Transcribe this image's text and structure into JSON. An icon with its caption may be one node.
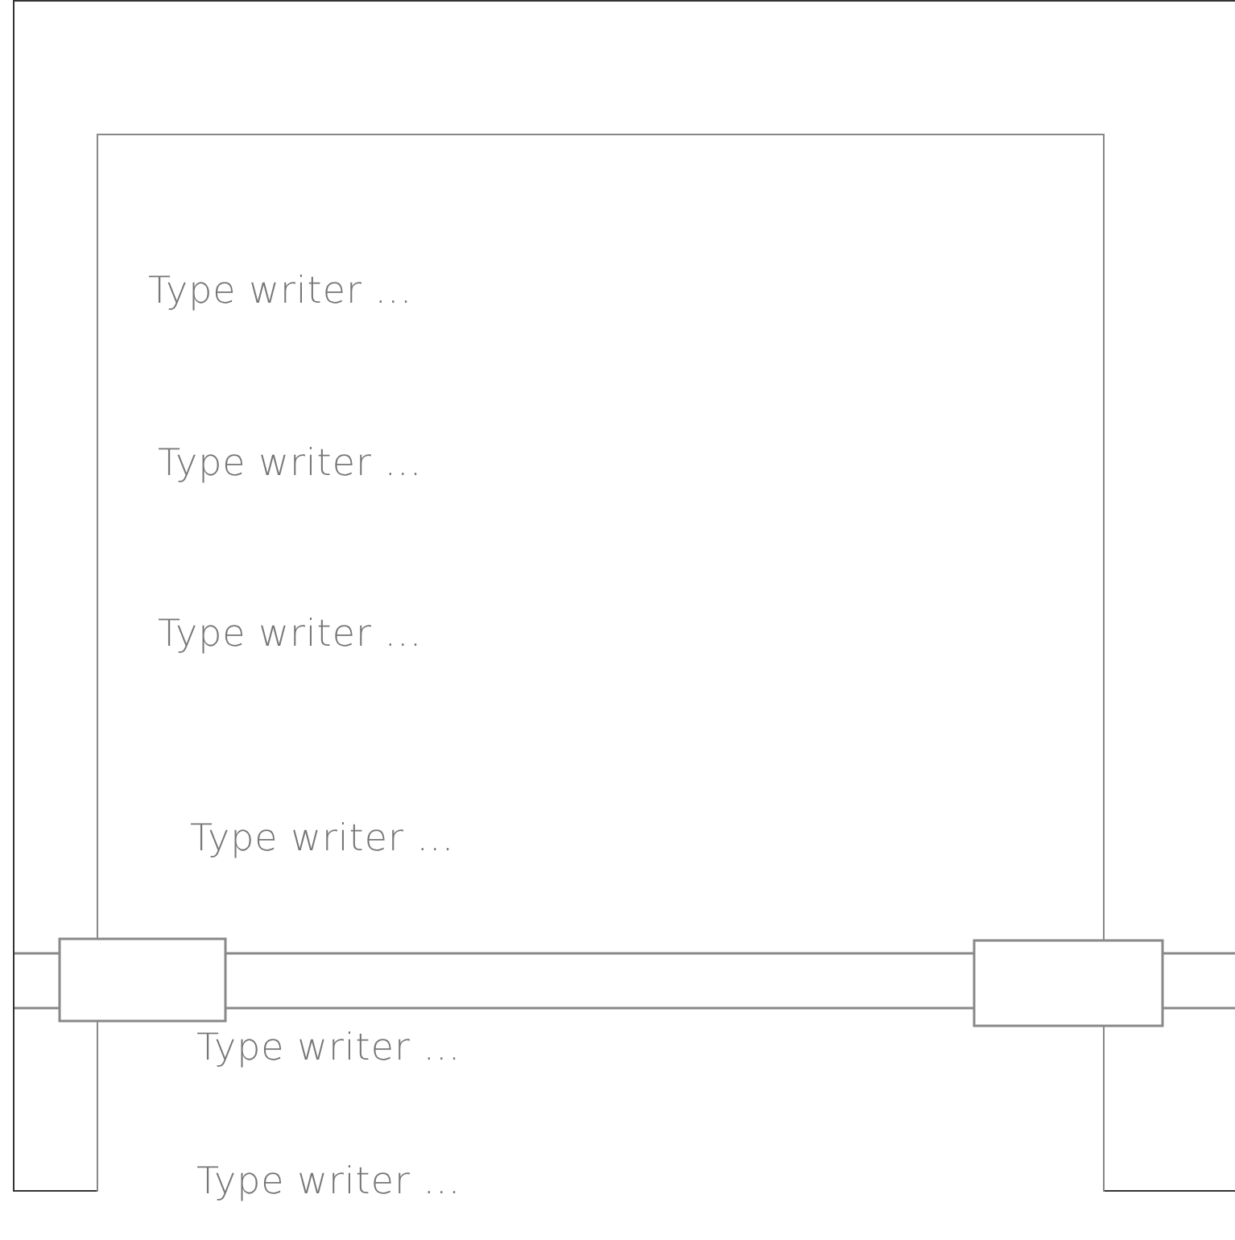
{
  "diagram": {
    "nodes": [
      {
        "text": [
          "Type writer ...",
          "Type writer ...",
          "Type writer ...",
          "Type writer ...",
          "Type writer ...",
          "Type writer ..."
        ]
      }
    ]
  }
}
